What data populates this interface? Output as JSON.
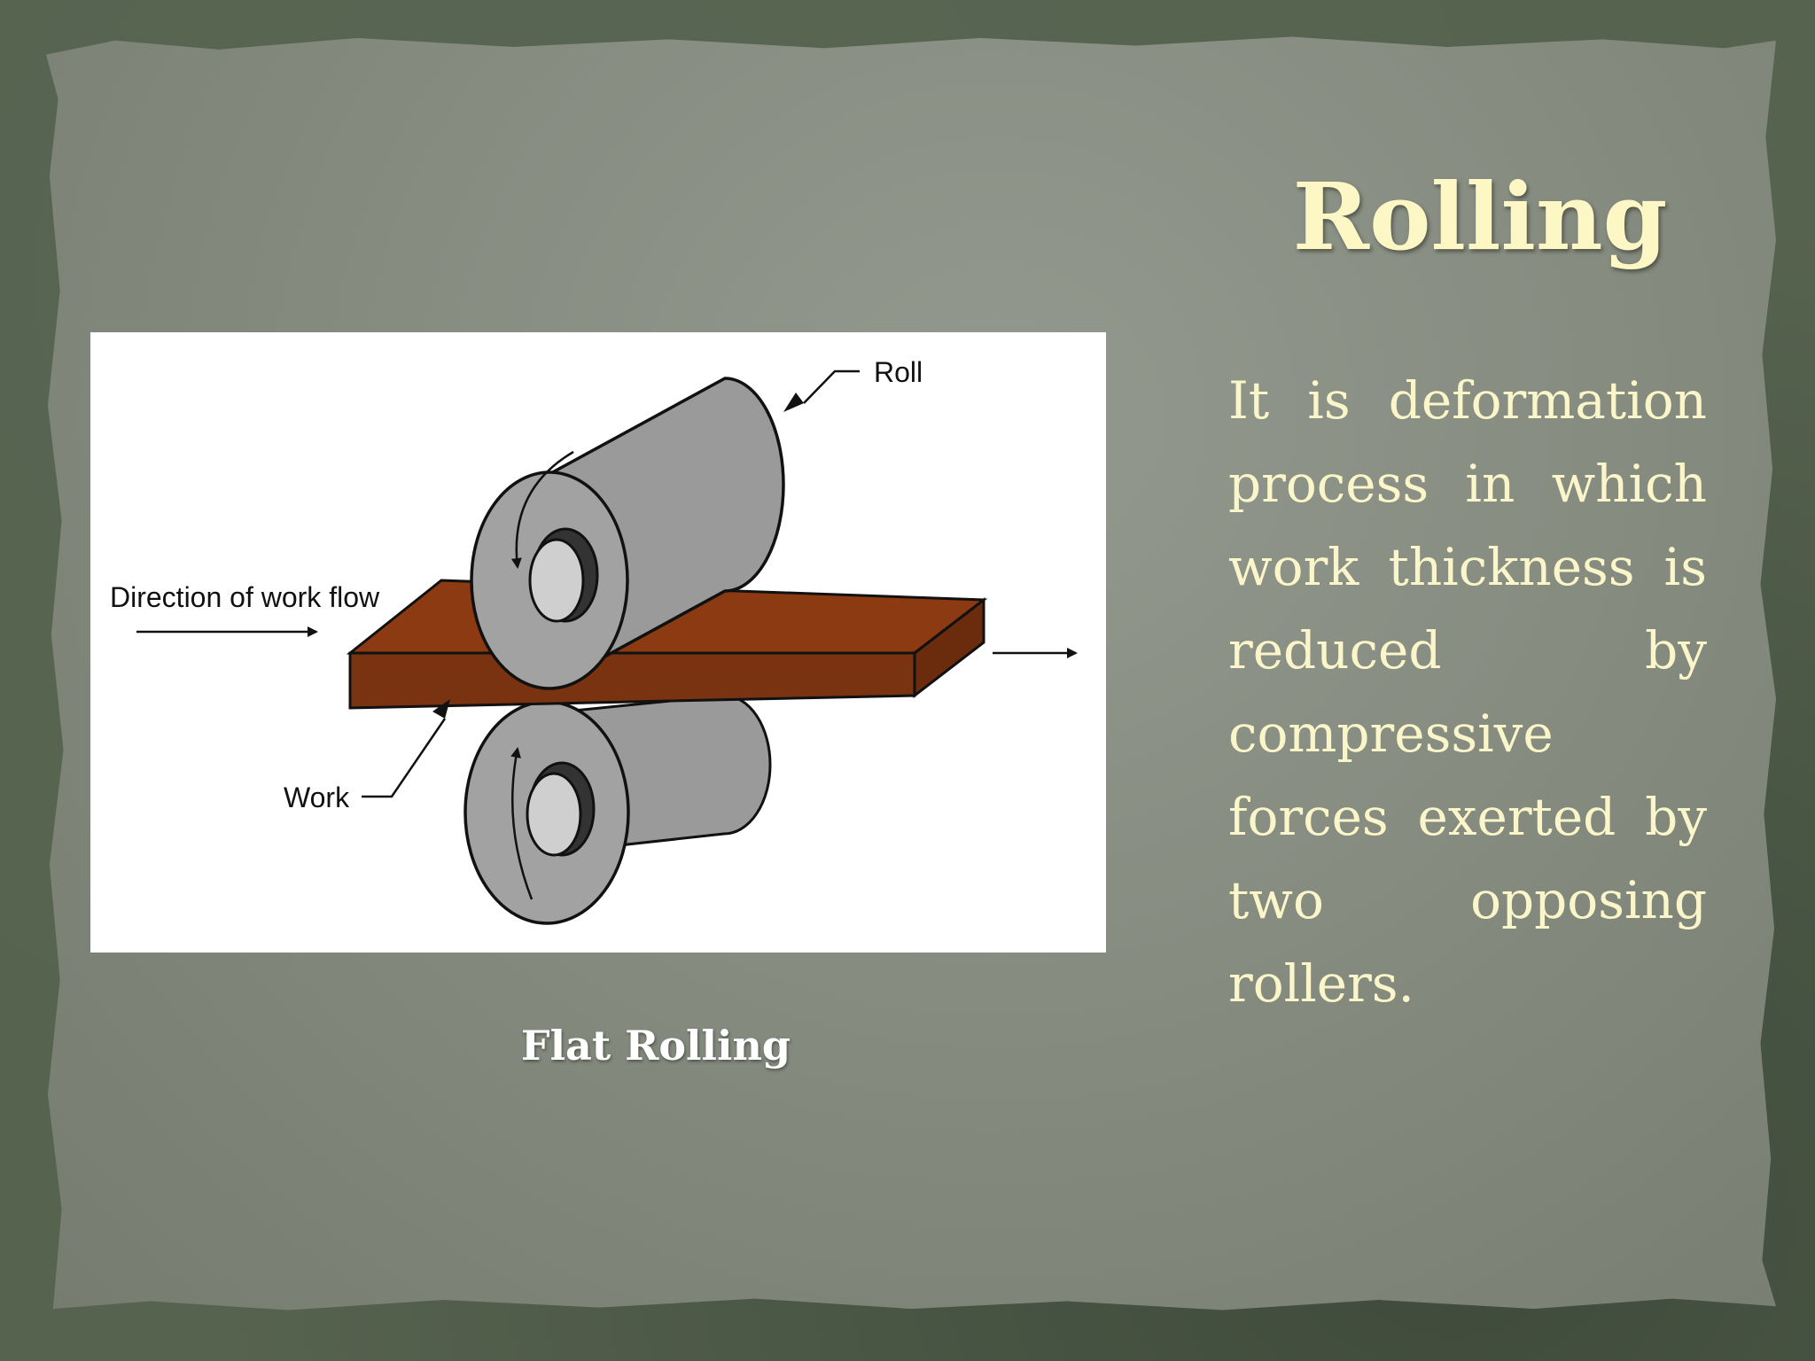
{
  "slide": {
    "title": "Rolling",
    "body_lines": [
      [
        "It",
        "is",
        "deformation"
      ],
      [
        "process",
        "in",
        "which"
      ],
      [
        "work",
        "thickness",
        "is"
      ],
      [
        "reduced",
        "by"
      ],
      [
        "compressive"
      ],
      [
        "forces",
        "exerted",
        "by"
      ],
      [
        "two",
        "opposing"
      ],
      [
        "rollers."
      ]
    ],
    "caption": "Flat Rolling"
  },
  "diagram": {
    "labels": {
      "roll": "Roll",
      "direction": "Direction of work flow",
      "work": "Work"
    }
  },
  "colors": {
    "title": "#fdf7c6",
    "body_text": "#fbf6c9",
    "caption": "#ffffff",
    "work_piece": "#8b3a12",
    "roll": "#9a9a9a"
  }
}
